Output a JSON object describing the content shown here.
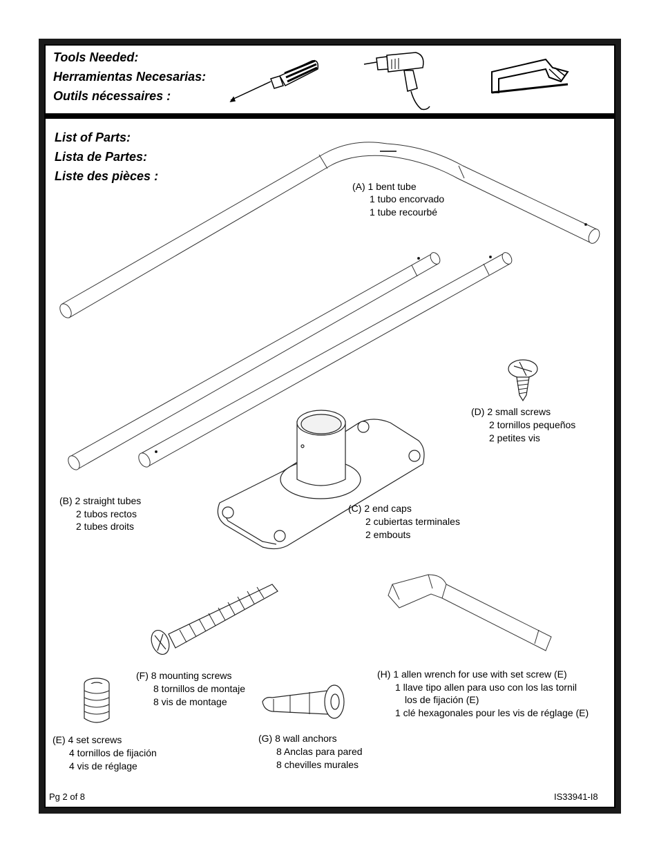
{
  "tools": {
    "heading_en": "Tools Needed:",
    "heading_es": "Herramientas Necesarias:",
    "heading_fr": "Outils nécessaires :",
    "items": [
      "screwdriver-icon",
      "drill-icon",
      "hacksaw-icon"
    ]
  },
  "parts": {
    "heading_en": "List of Parts:",
    "heading_es": "Lista de Partes:",
    "heading_fr": "Liste des pièces :",
    "A": {
      "line1": "(A) 1 bent tube",
      "line2": "1 tubo encorvado",
      "line3": "1 tube recourbé"
    },
    "B": {
      "line1": "(B) 2 straight tubes",
      "line2": "2 tubos rectos",
      "line3": "2 tubes droits"
    },
    "C": {
      "line1": "(C) 2 end caps",
      "line2": "2 cubiertas terminales",
      "line3": "2 embouts"
    },
    "D": {
      "line1": "(D) 2 small screws",
      "line2": "2 tornillos pequeños",
      "line3": "2 petites vis"
    },
    "E": {
      "line1": "(E) 4 set screws",
      "line2": "4 tornillos de fijación",
      "line3": "4 vis de réglage"
    },
    "F": {
      "line1": "(F) 8 mounting screws",
      "line2": "8 tornillos de montaje",
      "line3": "8 vis de montage"
    },
    "G": {
      "line1": "(G) 8 wall anchors",
      "line2": "8 Anclas para pared",
      "line3": "8 chevilles murales"
    },
    "H": {
      "line1": "(H) 1 allen wrench for use with set screw (E)",
      "line2": "1 llave tipo allen para uso con los las tornil",
      "line3": "los de fijación (E)",
      "line4": "1 clé hexagonales pour les vis de réglage (E)"
    }
  },
  "footer": {
    "page": "Pg 2 of 8",
    "code": "IS33941-I8"
  }
}
